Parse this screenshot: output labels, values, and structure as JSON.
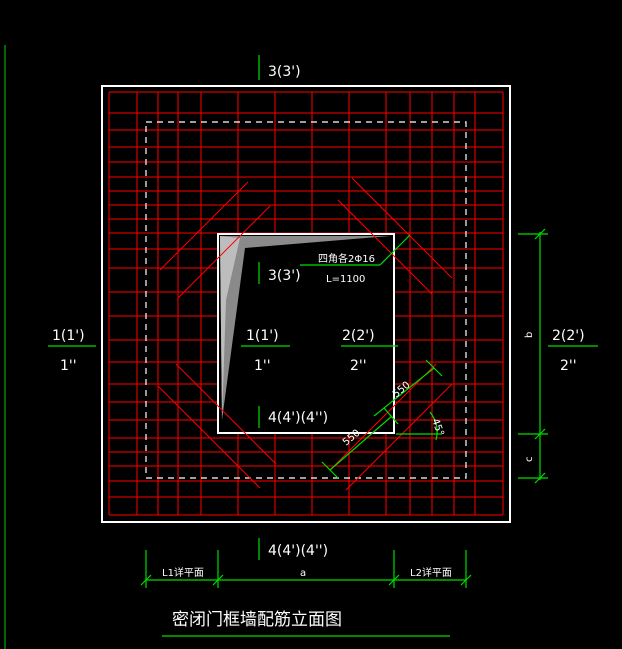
{
  "labels": {
    "top_section": "3(3')",
    "inner_top_section": "3(3')",
    "left_section": "1(1')",
    "left_section_alt": "1''",
    "inner_left_section": "1(1')",
    "inner_left_section_alt": "1''",
    "inner_right_section": "2(2')",
    "inner_right_section_alt": "2''",
    "right_section": "2(2')",
    "right_section_alt": "2''",
    "inner_bottom_section": "4(4')(4'')",
    "bottom_section": "4(4')(4'')",
    "corner_bar": "四角各2Φ16",
    "corner_bar_length": "L=1100",
    "dim_550_a": "550",
    "dim_550_b": "550",
    "angle": "45°",
    "dim_b": "b",
    "dim_c": "c",
    "dim_a": "a",
    "dim_l1": "L1详平面",
    "dim_l2": "L2详平面",
    "title": "密闭门框墙配筋立面图"
  },
  "colors": {
    "background": "#000000",
    "outline": "#ffffff",
    "rebar": "#ff0000",
    "dimension": "#00ff00",
    "text": "#ffffff",
    "hatch": "#888888"
  }
}
